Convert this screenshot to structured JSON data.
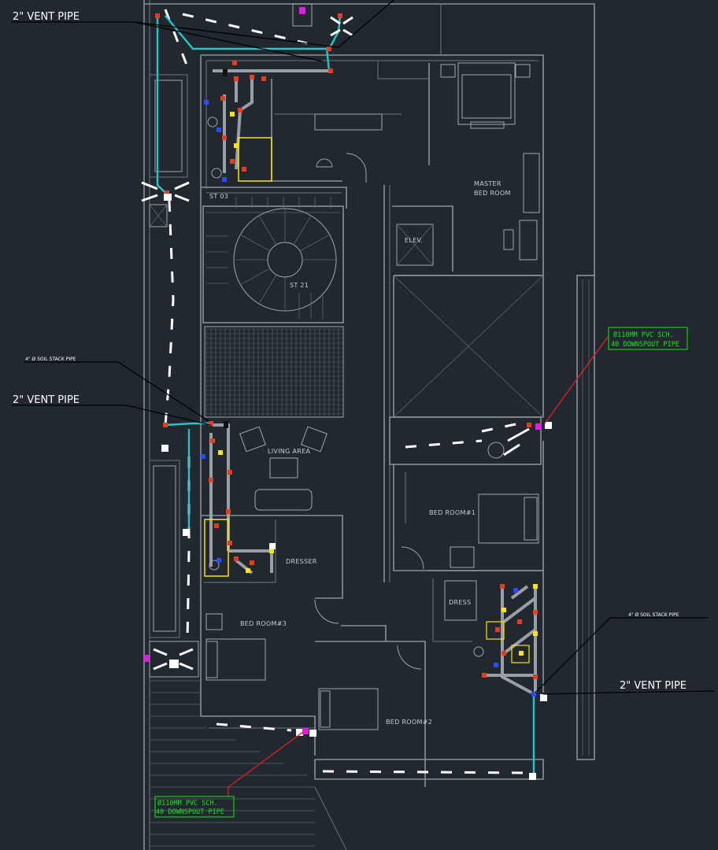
{
  "labels": {
    "vent_top": "2\" VENT PIPE",
    "vent_mid": "2\" VENT PIPE",
    "vent_right": "2\" VENT PIPE",
    "soil_stack_left": "4\" Ø SOIL STACK PIPE",
    "soil_stack_right": "4\" Ø SOIL STACK PIPE",
    "downspout_right_1": "Ø110MM PVC SCH.",
    "downspout_right_2": "40 DOWNSPOUT PIPE",
    "downspout_bottom_1": "Ø110MM PVC SCH.",
    "downspout_bottom_2": "40 DOWNSPOUT PIPE"
  },
  "rooms": {
    "master_1": "MASTER",
    "master_2": "BED ROOM",
    "elev": "ELEV.",
    "living": "LIVING AREA",
    "bedroom1": "BED ROOM#1",
    "dresser": "DRESSER",
    "bedroom3": "BED ROOM#3",
    "dress": "DRESS",
    "bedroom2": "BED ROOM#2",
    "st_a": "ST 03",
    "st_b": "ST 21"
  },
  "colors": {
    "background": "#212830",
    "walls": "#8a9099",
    "vent_pipe": "#26c6c6",
    "soil_pipe": "#9a9fa6",
    "leader_red": "#e02020",
    "note_green": "#19e619",
    "fitting_red": "#e53d1f",
    "fitting_yellow": "#ffe600",
    "fitting_blue": "#2a4bff",
    "fitting_magenta": "#e020e0"
  }
}
